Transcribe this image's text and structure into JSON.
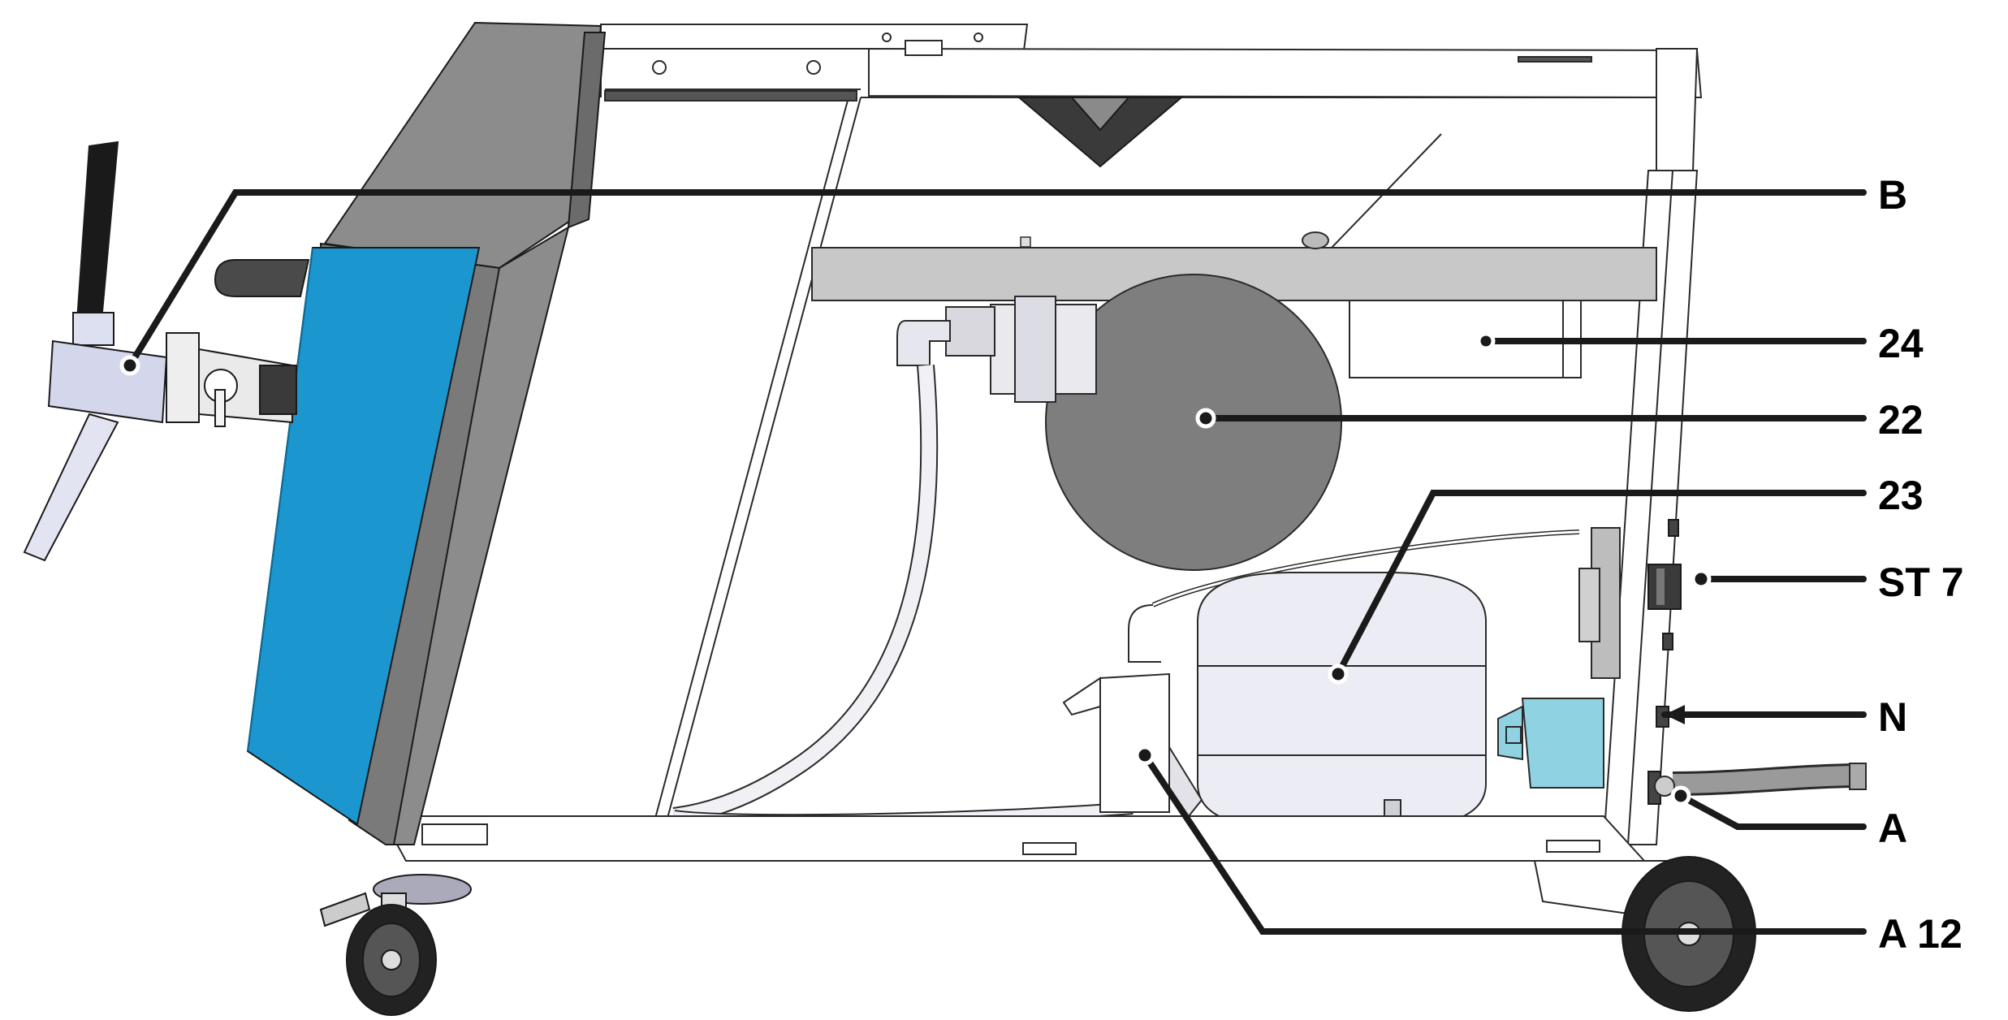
{
  "diagram": {
    "title": "Machine side view with component callouts",
    "colors": {
      "panel_blue": "#1C96CE",
      "casing_gray": "#8C8C8C",
      "dark_gray": "#4A4A4A",
      "frame_line": "#2a2a2a",
      "tank_light": "#E8E8F0",
      "fill_gray": "#7E7E7E",
      "bottle_cyan": "#8FD3E3",
      "callout_line": "#1a1a1a"
    },
    "callouts": [
      {
        "id": "B",
        "label": "B",
        "target": "milk-inlet-connector"
      },
      {
        "id": "24",
        "label": "24",
        "target": "control-box"
      },
      {
        "id": "22",
        "label": "22",
        "target": "round-disc-component"
      },
      {
        "id": "23",
        "label": "23",
        "target": "pressure-tank"
      },
      {
        "id": "ST7",
        "label": "ST 7",
        "target": "connector-st7"
      },
      {
        "id": "N",
        "label": "N",
        "target": "port-n"
      },
      {
        "id": "A",
        "label": "A",
        "target": "hose-connection-a"
      },
      {
        "id": "A12",
        "label": "A 12",
        "target": "component-a12"
      }
    ]
  }
}
